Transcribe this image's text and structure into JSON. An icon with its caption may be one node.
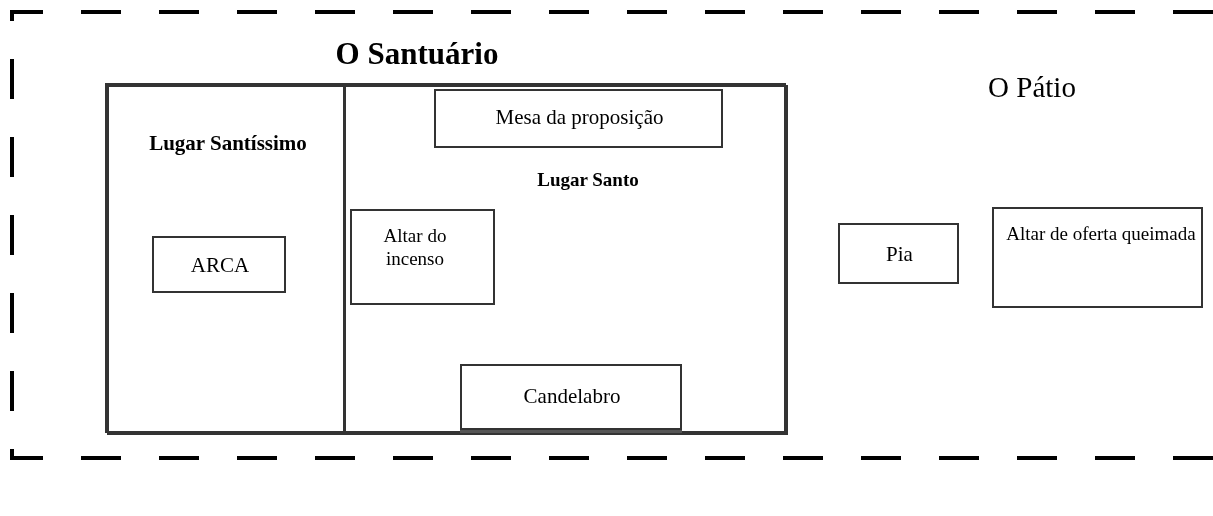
{
  "diagram": {
    "nodes": [
      {
        "text": [
          "O Pátio"
        ]
      },
      {
        "text": [
          "O Santuário"
        ],
        "in": 0
      },
      {
        "text": [
          "Lugar Santíssimo"
        ],
        "in": 1
      },
      {
        "text": [
          "ARCA"
        ],
        "in": 2
      },
      {
        "text": [
          "Lugar Santo"
        ],
        "in": 1
      },
      {
        "text": [
          "Mesa da proposição"
        ],
        "in": 4
      },
      {
        "text": [
          "Altar do incenso"
        ],
        "in": 4
      },
      {
        "text": [
          "Candelabro"
        ],
        "in": 4
      },
      {
        "text": [
          "Pia"
        ],
        "in": 0
      },
      {
        "text": [
          "Altar de oferta queimada"
        ],
        "in": 0
      }
    ]
  }
}
